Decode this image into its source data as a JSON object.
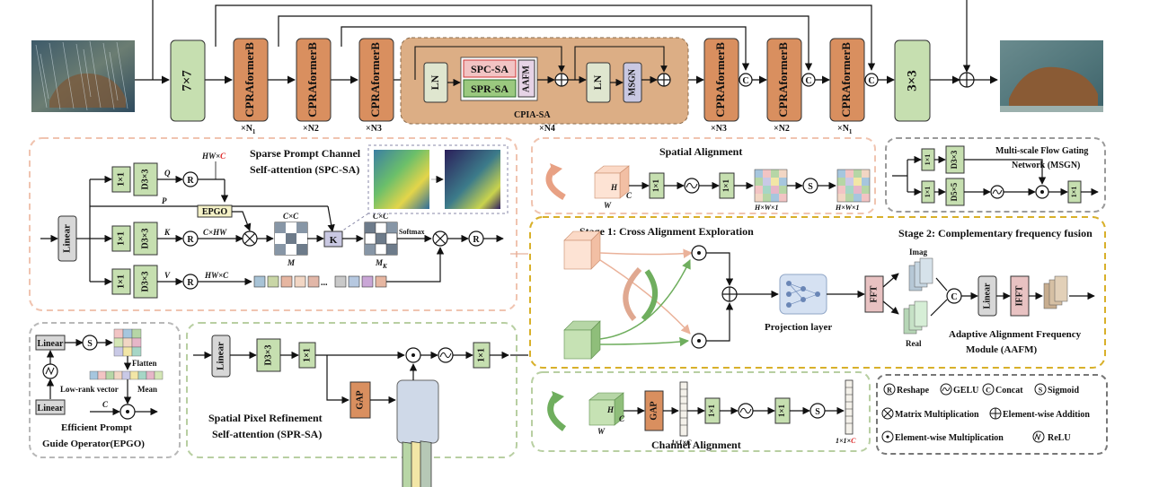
{
  "top": {
    "conv_in": "7×7",
    "block": "CPRAformerB",
    "n1": "×N",
    "n1_sub": "1",
    "n2": "×N2",
    "n3": "×N3",
    "n4": "×N4",
    "ln": "LN",
    "spc_sa": "SPC-SA",
    "spr_sa": "SPR-SA",
    "aafm": "AAFM",
    "msgn": "MSGN",
    "cpia_label": "CPIA-SA",
    "conv_out": "3×3",
    "concat": "C"
  },
  "spc": {
    "title_line1": "Sparse Prompt Channel",
    "title_line2": "Self-attention (SPC-SA)",
    "linear": "Linear",
    "conv1": "1×1",
    "dconv3": "D3×3",
    "reshape": "R",
    "hwc_top": "HW×",
    "hwc_top_c": "C",
    "q": "Q",
    "p": "P",
    "k": "K",
    "v": "V",
    "epgo": "EPGO",
    "c_hw": "C×HW",
    "hw_c": "HW×C",
    "cxc": "C×C",
    "m": "M",
    "mk": "M",
    "mk_sub": "K",
    "k_box": "K",
    "softmax": "Softmax",
    "dots": "..."
  },
  "epgo": {
    "linear": "Linear",
    "sigmoid": "S",
    "flatten": "Flatten",
    "low_rank": "Low-rank vector",
    "mean": "Mean",
    "c": "C",
    "title_line1": "Efficient Prompt",
    "title_line2": "Guide Operator(EPGO)"
  },
  "spr": {
    "linear": "Linear",
    "dconv3": "D3×3",
    "conv1": "1×1",
    "gap": "GAP",
    "title_line1": "Spatial Pixel Refinement",
    "title_line2": "Self-attention (SPR-SA)"
  },
  "spatial": {
    "title": "Spatial Alignment",
    "h": "H",
    "w": "W",
    "c": "C",
    "conv1": "1×1",
    "dim1": "H×W×1",
    "dim2": "H×W×1",
    "sigmoid": "S"
  },
  "msgn": {
    "title_line1": "Multi-scale Flow Gating",
    "title_line2": "Network (MSGN)",
    "conv1": "1×1",
    "dconv3": "D3×3",
    "dconv5": "D5×5"
  },
  "aafm": {
    "stage1": "Stage 1: Cross Alignment Exploration",
    "stage2": "Stage 2: Complementary frequency fusion",
    "projection": "Projection layer",
    "fft": "FFT",
    "ifft": "IFFT",
    "imag": "Imag",
    "real": "Real",
    "concat": "C",
    "linear": "Linear",
    "title_line1": "Adaptive Alignment Frequency",
    "title_line2": "Module (AAFM)"
  },
  "channel": {
    "title": "Channel Alignment",
    "h": "H",
    "w": "W",
    "c": "C",
    "gap": "GAP",
    "conv1": "1×1",
    "dim1": "1×1×C",
    "dim2": "1×1×",
    "dim2_c": "C",
    "sigmoid": "S"
  },
  "legend": {
    "reshape_sym": "R",
    "reshape": "Reshape",
    "gelu": "GELU",
    "concat_sym": "C",
    "concat": "Concat",
    "sigmoid_sym": "S",
    "sigmoid": "Sigmoid",
    "matmul": "Matrix Multiplication",
    "add": "Element-wise Addition",
    "elemmul": "Element-wise Multiplication",
    "relu": "ReLU"
  },
  "colors": {
    "green": "#c6dfb0",
    "orange": "#d98f5f",
    "peach": "#dcae85",
    "spc_red": "#f2c4c4",
    "spr_green": "#9bc97f",
    "lavender": "#c9c8e2",
    "gray": "#d7d7d7",
    "pink_dash": "#f0c4b0",
    "green_dash": "#b8cfa2",
    "gold_dash": "#d8b02a",
    "gray_dash": "#9a9a9a"
  }
}
